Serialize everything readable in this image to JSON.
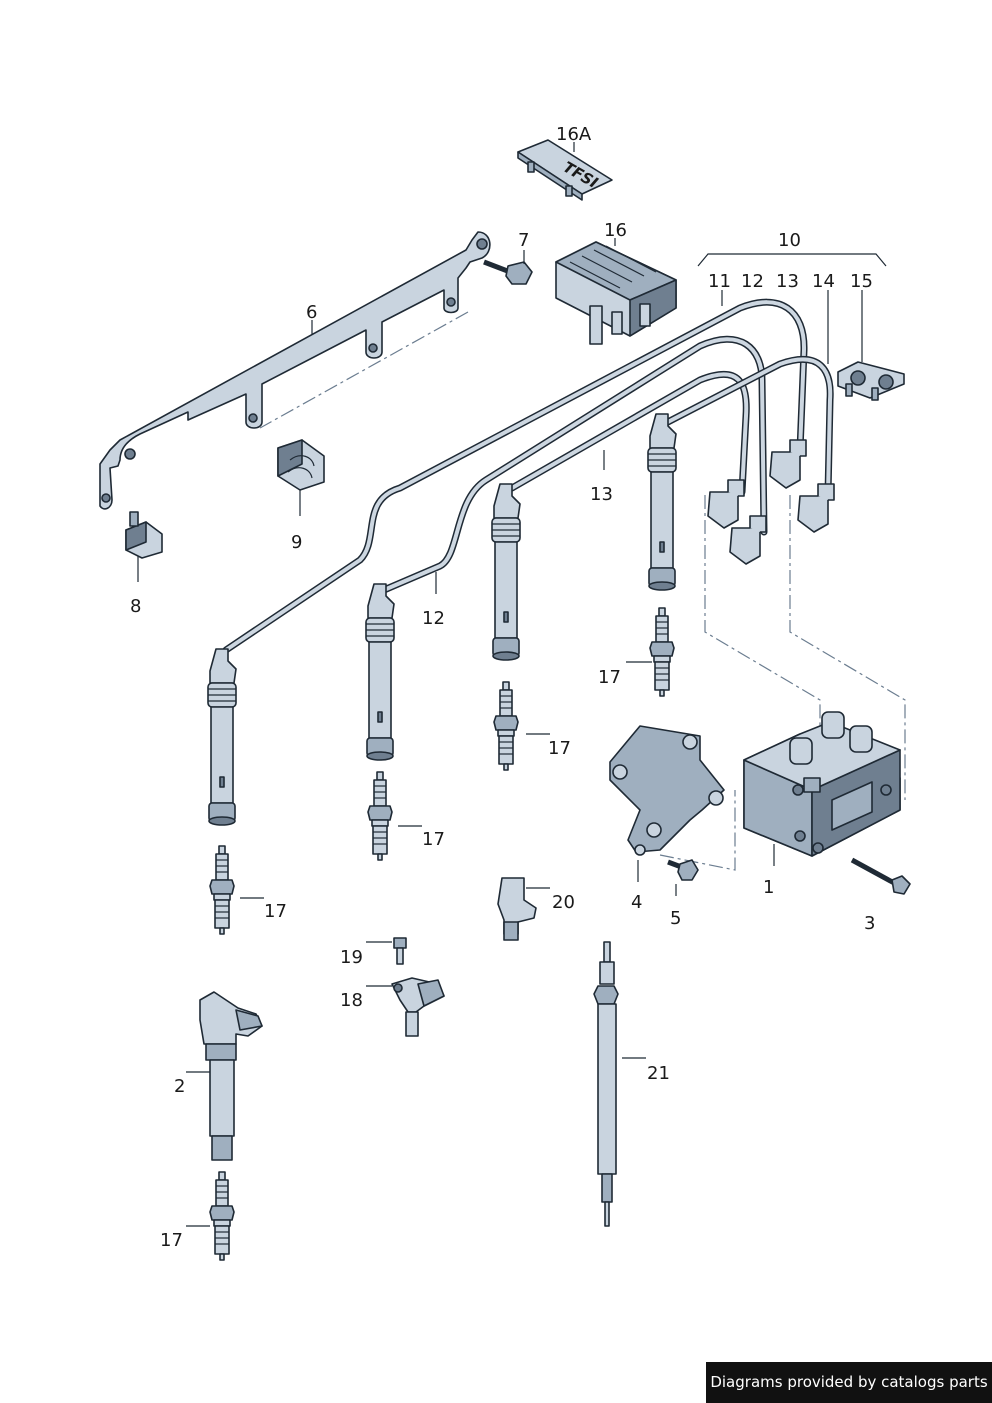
{
  "callouts": {
    "c1": "1",
    "c2": "2",
    "c3": "3",
    "c4": "4",
    "c5": "5",
    "c6": "6",
    "c7": "7",
    "c8": "8",
    "c9": "9",
    "c10": "10",
    "c11": "11",
    "c12a": "12",
    "c12b": "12",
    "c13a": "13",
    "c13b": "13",
    "c14": "14",
    "c15": "15",
    "c16": "16",
    "c16a": "16A",
    "c17a": "17",
    "c17b": "17",
    "c17c": "17",
    "c17d": "17",
    "c17e": "17",
    "c18": "18",
    "c19": "19",
    "c20": "20",
    "c21": "21"
  },
  "cover_logo": "TFSI",
  "footer_text": "Diagrams provided by catalogs parts",
  "colors": {
    "part_fill": "#c9d4df",
    "part_dark": "#6f7f90",
    "outline": "#1f2a35",
    "footer_bg": "#111111"
  }
}
